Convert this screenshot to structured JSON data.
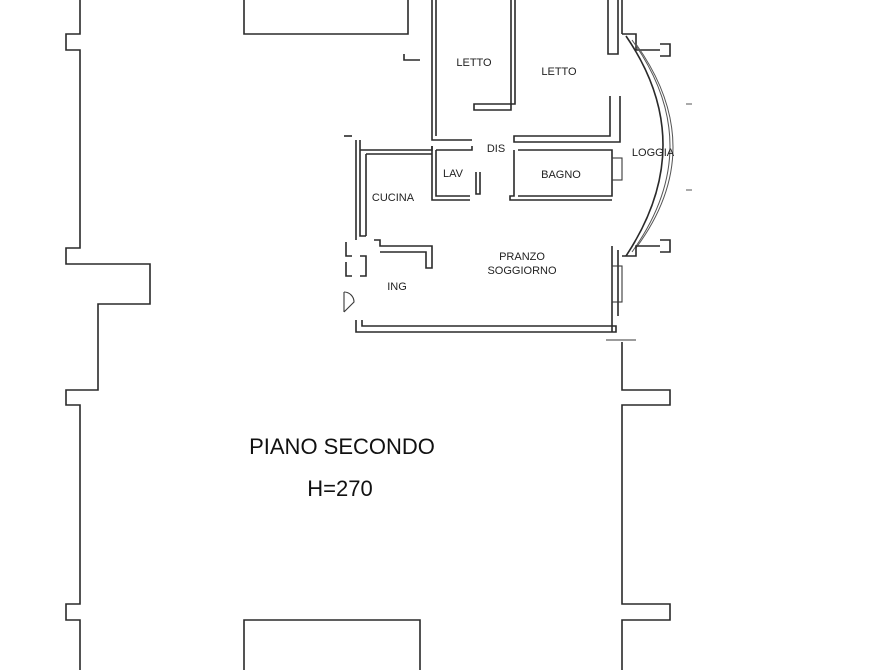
{
  "rooms": {
    "letto_1": "LETTO",
    "letto_2": "LETTO",
    "dis": "DIS",
    "lav": "LAV",
    "bagno": "BAGNO",
    "loggia": "LOGGIA",
    "cucina": "CUCINA",
    "pranzo": "PRANZO",
    "soggiorno": "SOGGIORNO",
    "ing": "ING"
  },
  "floor": {
    "title": "PIANO SECONDO",
    "height": "H=270"
  }
}
